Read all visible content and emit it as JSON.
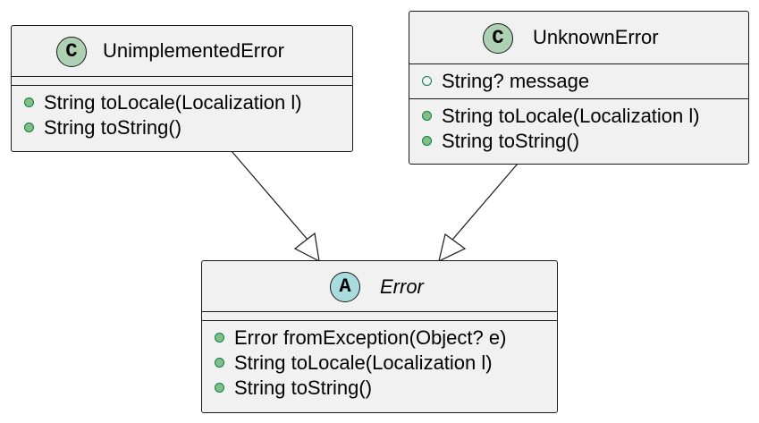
{
  "colors": {
    "class_badge": "#add1b2",
    "abstract_badge": "#a9dcdf",
    "box_fill": "#f1f1f1",
    "border": "#181818"
  },
  "classes": {
    "unimplemented": {
      "stereotype_letter": "C",
      "name": "UnimplementedError",
      "fields": [],
      "methods": [
        {
          "visibility": "public",
          "text": "String toLocale(Localization l)"
        },
        {
          "visibility": "public",
          "text": "String toString()"
        }
      ]
    },
    "unknown": {
      "stereotype_letter": "C",
      "name": "UnknownError",
      "fields": [
        {
          "visibility": "public",
          "text": "String? message"
        }
      ],
      "methods": [
        {
          "visibility": "public",
          "text": "String toLocale(Localization l)"
        },
        {
          "visibility": "public",
          "text": "String toString()"
        }
      ]
    },
    "error": {
      "stereotype_letter": "A",
      "name": "Error",
      "abstract": true,
      "fields": [],
      "methods": [
        {
          "visibility": "public",
          "text": "Error fromException(Object? e)"
        },
        {
          "visibility": "public",
          "text": "String toLocale(Localization l)"
        },
        {
          "visibility": "public",
          "text": "String toString()"
        }
      ]
    }
  },
  "relations": [
    {
      "from": "UnimplementedError",
      "to": "Error",
      "type": "inheritance"
    },
    {
      "from": "UnknownError",
      "to": "Error",
      "type": "inheritance"
    }
  ]
}
